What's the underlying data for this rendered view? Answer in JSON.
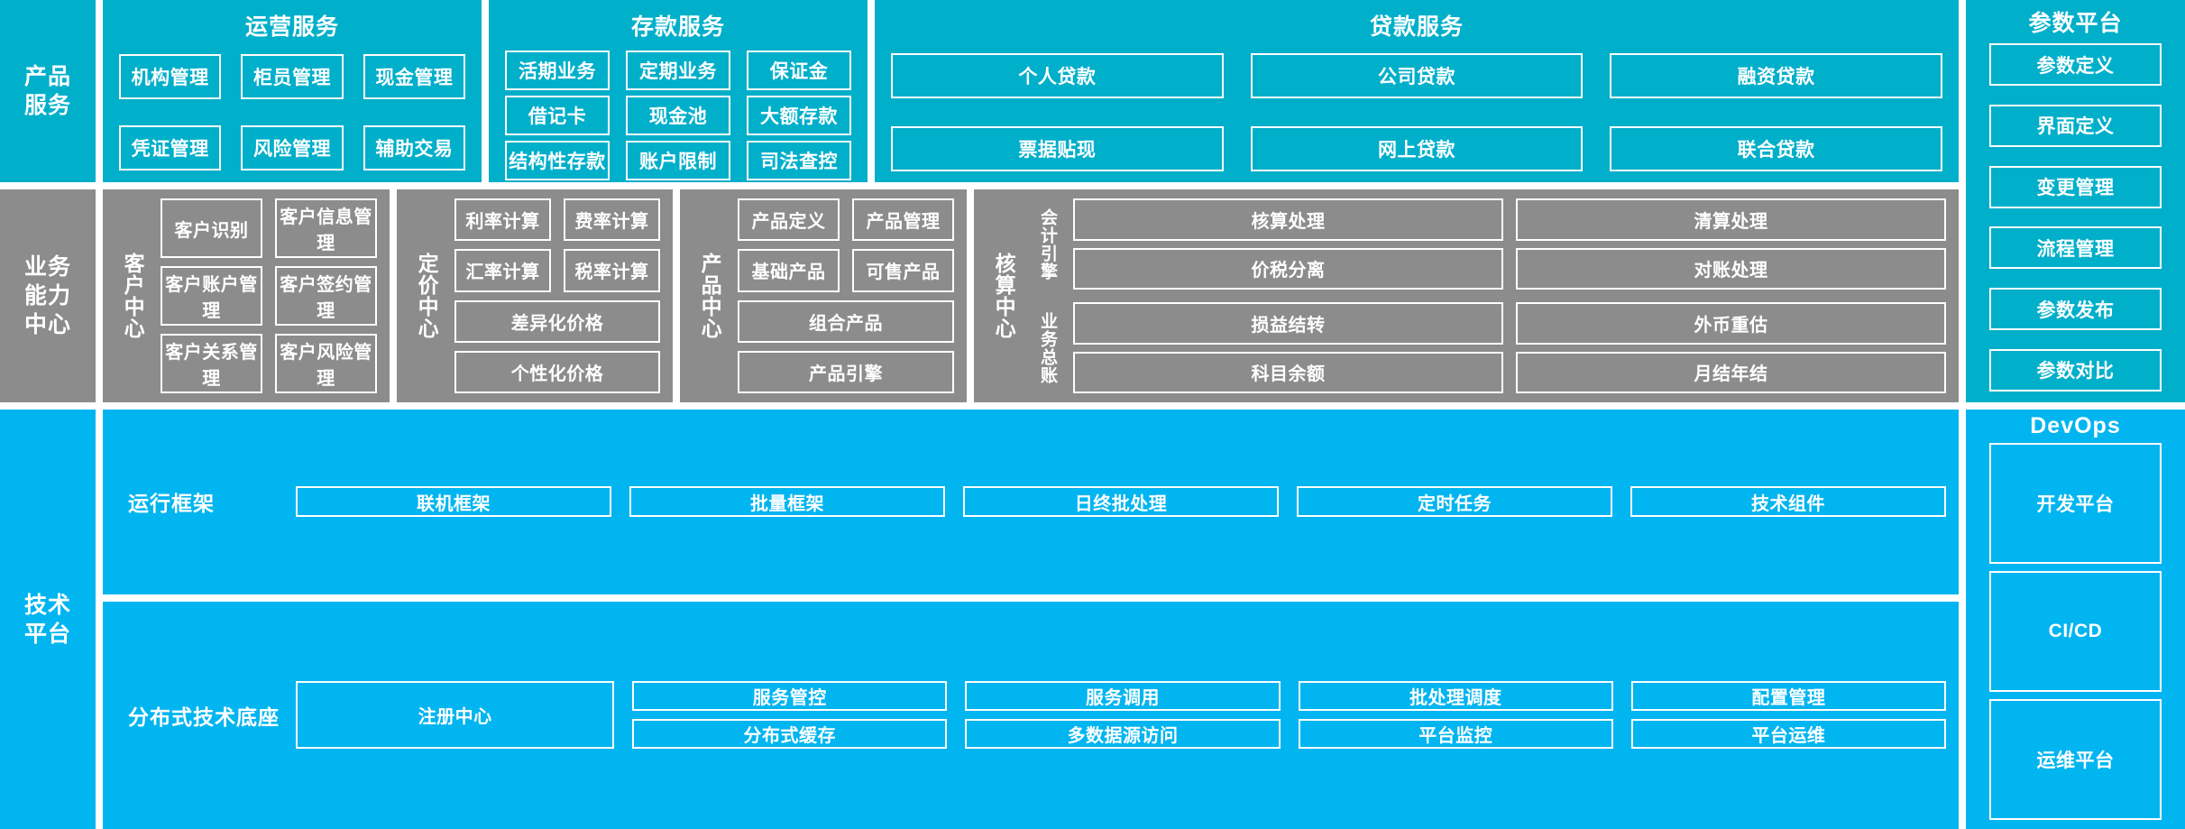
{
  "bands": {
    "product_service": {
      "rail_label": "产品\n服务",
      "color": "#00AFCA",
      "groups": [
        {
          "title": "运营服务",
          "items": [
            "机构管理",
            "柜员管理",
            "现金管理",
            "凭证管理",
            "风险管理",
            "辅助交易"
          ]
        },
        {
          "title": "存款服务",
          "items": [
            "活期业务",
            "定期业务",
            "保证金",
            "借记卡",
            "现金池",
            "大额存款",
            "结构性存款",
            "账户限制",
            "司法查控"
          ]
        },
        {
          "title": "贷款服务",
          "items": [
            "个人贷款",
            "公司贷款",
            "融资贷款",
            "票据贴现",
            "网上贷款",
            "联合贷款"
          ]
        }
      ],
      "right_panel": {
        "title": "参数平台",
        "items": [
          "参数定义",
          "界面定义",
          "变更管理",
          "流程管理",
          "参数发布",
          "参数对比"
        ]
      }
    },
    "business_capability": {
      "rail_label": "业务\n能力\n中心",
      "color": "#8C8C8C",
      "centers": [
        {
          "label": "客户中心",
          "items": [
            "客户识别",
            "客户信息管理",
            "客户账户管理",
            "客户签约管理",
            "客户关系管理",
            "客户风险管理"
          ]
        },
        {
          "label": "定价中心",
          "items": [
            "利率计算",
            "费率计算",
            "汇率计算",
            "税率计算",
            "差异化价格",
            "个性化价格"
          ]
        },
        {
          "label": "产品中心",
          "items": [
            "产品定义",
            "产品管理",
            "基础产品",
            "可售产品",
            "组合产品",
            "产品引擎"
          ]
        },
        {
          "label": "核算中心",
          "sub_groups": [
            {
              "label": "会计引擎",
              "items": [
                "核算处理",
                "清算处理",
                "价税分离",
                "对账处理"
              ]
            },
            {
              "label": "业务总账",
              "items": [
                "损益结转",
                "外币重估",
                "科目余额",
                "月结年结"
              ]
            }
          ]
        }
      ]
    },
    "technical_platform": {
      "rail_label": "技术\n平台",
      "color": "#00B5F0",
      "rows": [
        {
          "label": "运行框架",
          "items": [
            "联机框架",
            "批量框架",
            "日终批处理",
            "定时任务",
            "技术组件"
          ]
        },
        {
          "label": "分布式技术底座",
          "primary": "注册中心",
          "columns": [
            [
              "服务管控",
              "分布式缓存"
            ],
            [
              "服务调用",
              "多数据源访问"
            ],
            [
              "批处理调度",
              "平台监控"
            ],
            [
              "配置管理",
              "平台运维"
            ]
          ]
        }
      ],
      "right_panel": {
        "title": "DevOps",
        "items": [
          "开发平台",
          "CI/CD",
          "运维平台"
        ]
      }
    }
  },
  "colors": {
    "teal": "#00AFCA",
    "gray": "#8C8C8C",
    "blue": "#00B5F0",
    "box_border": "#FFFFFF",
    "text": "#FFFFFF",
    "background": "#FFFFFF"
  }
}
